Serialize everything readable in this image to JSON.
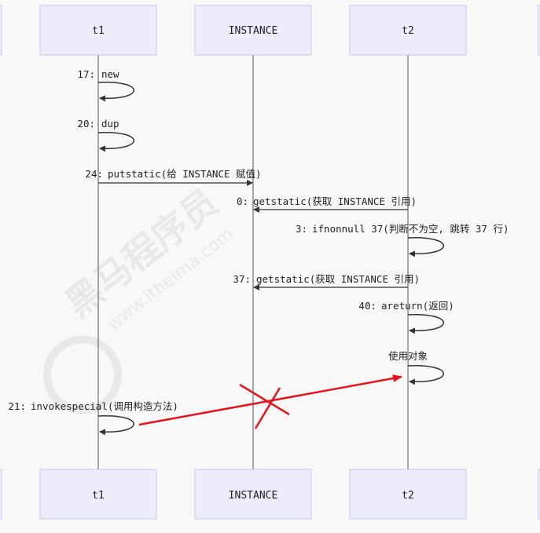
{
  "participants": [
    "t1",
    "INSTANCE",
    "t2"
  ],
  "messages": [
    {
      "num": "17:",
      "text": "new",
      "from": "t1",
      "to": "t1"
    },
    {
      "num": "20:",
      "text": "dup",
      "from": "t1",
      "to": "t1"
    },
    {
      "num": "24:",
      "text": "putstatic(给 INSTANCE 赋值)",
      "from": "t1",
      "to": "INSTANCE"
    },
    {
      "num": "0:",
      "text": "getstatic(获取 INSTANCE 引用)",
      "from": "t2",
      "to": "INSTANCE"
    },
    {
      "num": "3:",
      "text": "ifnonnull 37(判断不为空, 跳转 37 行)",
      "from": "t2",
      "to": "t2"
    },
    {
      "num": "37:",
      "text": "getstatic(获取 INSTANCE 引用)",
      "from": "t2",
      "to": "INSTANCE"
    },
    {
      "num": "40:",
      "text": "areturn(返回)",
      "from": "t2",
      "to": "t2"
    },
    {
      "num": "",
      "text": "使用对象",
      "from": "t2",
      "to": "t2"
    },
    {
      "num": "21:",
      "text": "invokespecial(调用构造方法)",
      "from": "t1",
      "to": "t1"
    }
  ],
  "annotation_color": "#e8121a",
  "watermark": {
    "brand": "黑马程序员",
    "site": "www.itheima.com"
  }
}
